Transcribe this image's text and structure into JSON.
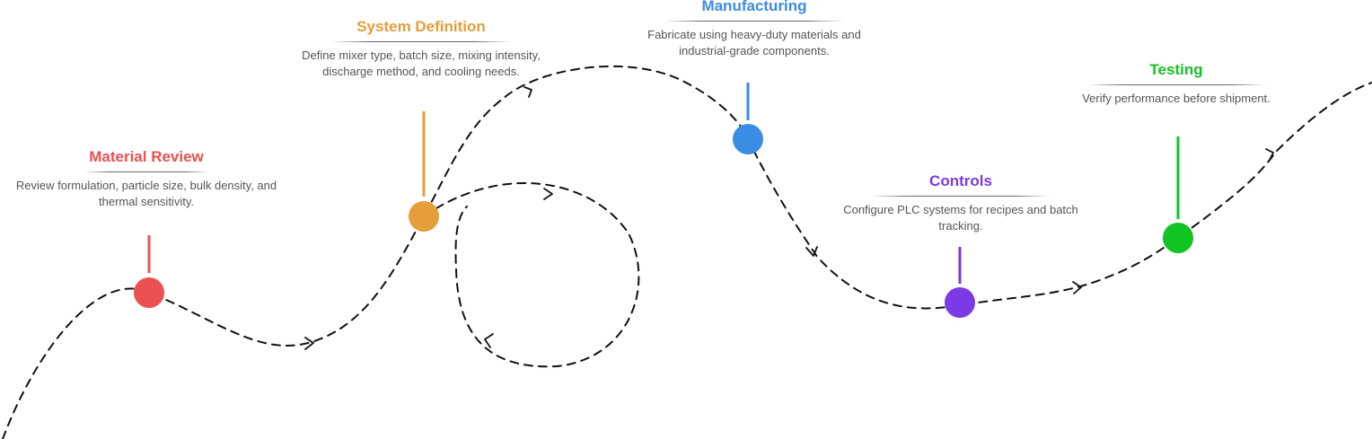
{
  "steps": [
    {
      "title": "Material Review",
      "description": "Review formulation, particle size, bulk density, and thermal sensitivity.",
      "color": "#EA5150"
    },
    {
      "title": "System Definition",
      "description": "Define mixer type, batch size, mixing intensity, discharge method, and cooling needs.",
      "color": "#E69E3A"
    },
    {
      "title": "Manufacturing",
      "description": "Fabricate using heavy-duty materials and industrial-grade components.",
      "color": "#3A8CE4"
    },
    {
      "title": "Controls",
      "description": "Configure PLC systems for recipes and batch tracking.",
      "color": "#7A3AE6"
    },
    {
      "title": "Testing",
      "description": "Verify performance before shipment.",
      "color": "#12C424"
    }
  ]
}
